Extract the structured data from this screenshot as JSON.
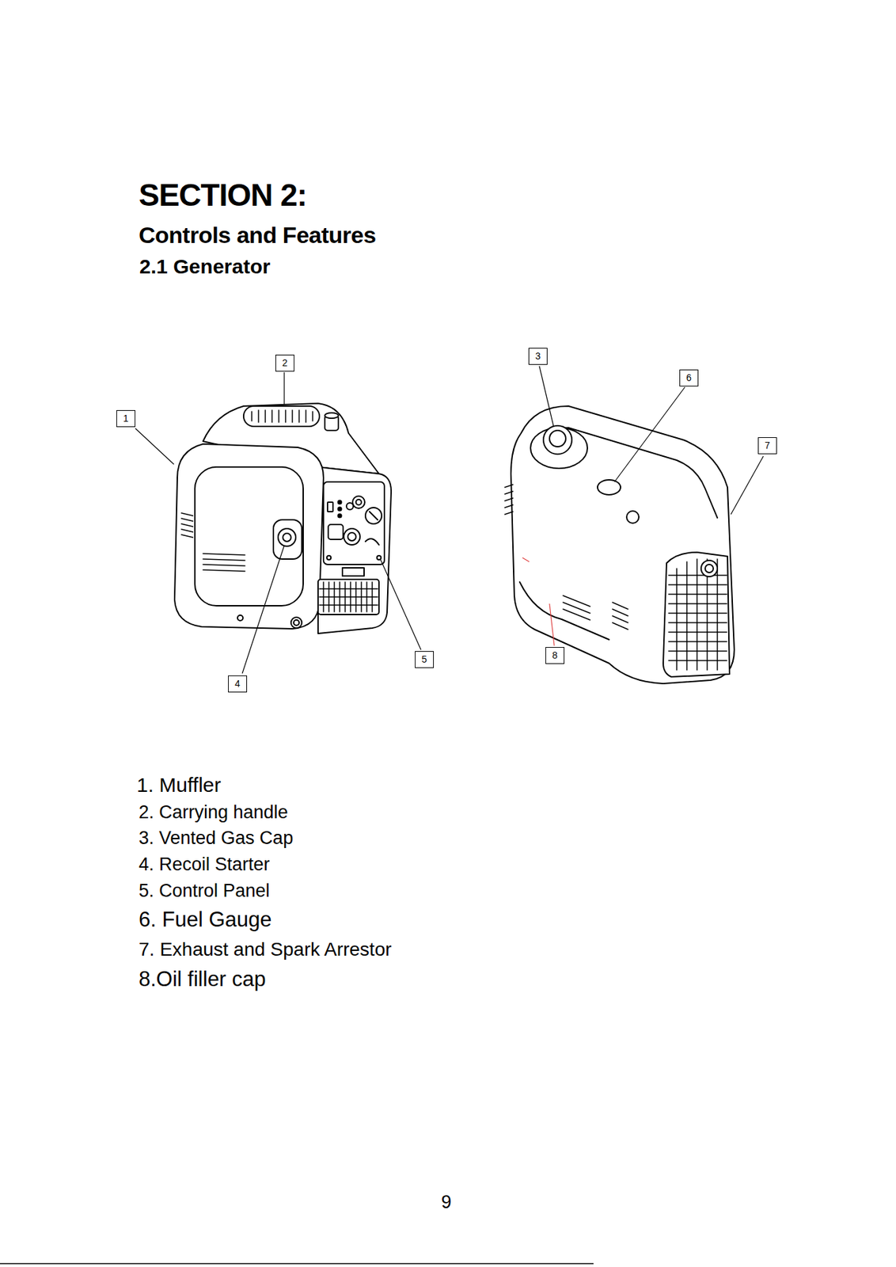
{
  "diagram": {
    "title": "SECTION 2:",
    "nodes": [
      {
        "text": [
          "1"
        ]
      },
      {
        "text": [
          "2"
        ]
      },
      {
        "text": [
          "3"
        ]
      },
      {
        "text": [
          "4"
        ]
      },
      {
        "text": [
          "5"
        ]
      },
      {
        "text": [
          "6"
        ]
      },
      {
        "text": [
          "7"
        ]
      },
      {
        "text": [
          "8"
        ]
      }
    ],
    "edges": [],
    "labels": [
      "Controls and Features",
      "2.1 Generator",
      "1. Muffler",
      "2. Carrying handle",
      "3. Vented Gas Cap",
      "4. Recoil Starter",
      "5. Control Panel",
      "6. Fuel Gauge",
      "7. Exhaust and Spark Arrestor",
      "8.Oil filler cap",
      "9"
    ]
  }
}
